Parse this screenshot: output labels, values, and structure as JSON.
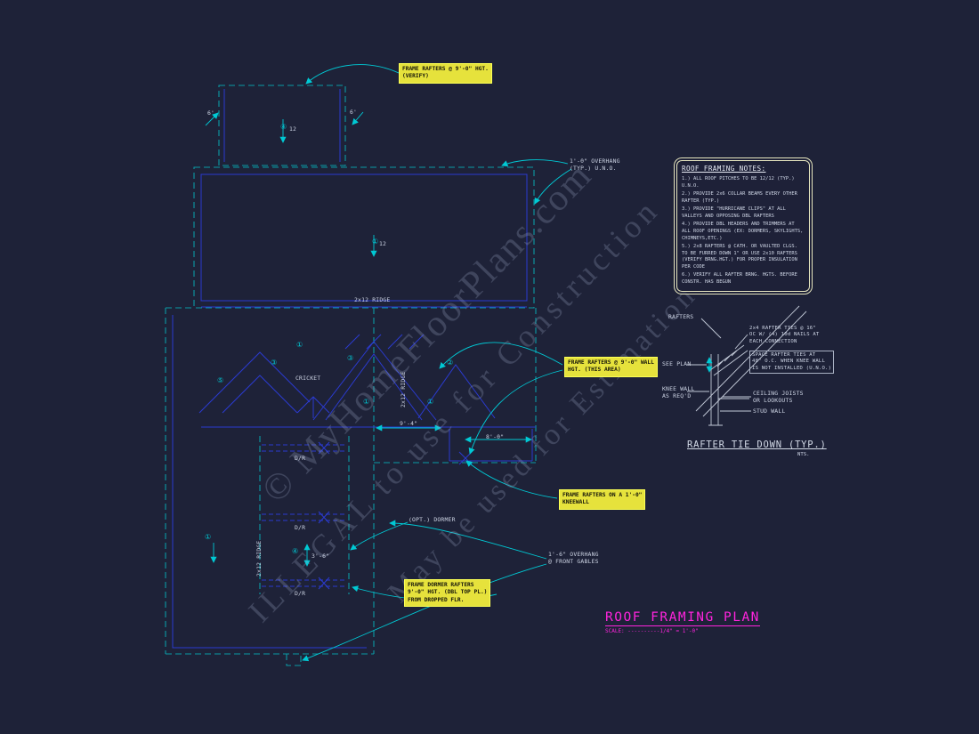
{
  "colors": {
    "background": "#1e2238",
    "teal_dashed": "#0b9aa4",
    "blue_line": "#2b3bd1",
    "cyan": "#00c9d4",
    "yellow": "#e6e23c",
    "magenta": "#ff24dd",
    "white_line": "#c3cad8"
  },
  "watermark": {
    "line1": "© MyHomeFloorPlans.com",
    "line2": "ILLEGAL to use for Construction",
    "line3": "May be used for Estimation"
  },
  "callouts": {
    "rafters_hgt": "FRAME RAFTERS @ 9'-0\" HGT.\n(VERIFY)",
    "rafters_wall": "FRAME RAFTERS @ 9'-0\" WALL\nHGT. (THIS AREA)",
    "rafters_kneewall": "FRAME RAFTERS ON A 1'-0\"\nKNEEWALL",
    "dormer_rafters": "FRAME DORMER RAFTERS\n9'-0\" HGT. (DBL TOP PL.)\nFROM DROPPED FLR."
  },
  "plan": {
    "overhang_note": "1'-0\" OVERHANG\n(TYP.) U.N.O.",
    "front_gable_note": "1'-6\" OVERHANG\n@ FRONT GABLES",
    "ridge_top": "2x12 RIDGE",
    "ridge_mid": "2x12 RIDGE",
    "ridge_left": "2x12 RIDGE",
    "cricket": "CRICKET",
    "opt_dormer": "(OPT.) DORMER",
    "dr": "D/R",
    "dims": {
      "six": "6'",
      "nine_four": "9'-4\"",
      "eight_zero": "8'-0\"",
      "three_six": "3'-6\"",
      "pitch": "12"
    },
    "markers": {
      "c1": "①",
      "c2": "②",
      "c3": "③",
      "c4": "④",
      "c5": "⑤"
    }
  },
  "notes_box": {
    "title": "ROOF FRAMING NOTES:",
    "items": [
      "1.) ALL ROOF PITCHES TO BE  12/12 (TYP.) U.N.O.",
      "2.) PROVIDE 2x6 COLLAR BEAMS EVERY OTHER RAFTER (TYP.)",
      "3.) PROVIDE \"HURRICANE CLIPS\" AT ALL VALLEYS AND OPPOSING DBL RAFTERS",
      "4.) PROVIDE DBL HEADERS AND TRIMMERS AT ALL ROOF OPENINGS (EX: DORMERS, SKYLIGHTS, CHIMNEYS,ETC.)",
      "5.) 2x8 RAFTERS @ CATH. OR VAULTED CLGS. TO BE FURRED DOWN 1\" OR USE 2x10 RAFTERS (VERIFY BRNG.HGT.) FOR PROPER INSULATION PER CODE",
      "6.) VERIFY ALL RAFTER BRNG. HGTS. BEFORE CONSTR. HAS BEGUN"
    ]
  },
  "detail": {
    "title": "RAFTER TIE DOWN (TYP.)",
    "scale": "NTS.",
    "labels": {
      "rafters": "RAFTERS",
      "ties": "2x4 RAFTER TIES @ 16\"\nOC W/ (4) 10d NAILS AT\nEACH CONNECTION",
      "space_ties": "SPACE RAFTER TIES AT\n48\" O.C. WHEN KNEE WALL\nIS NOT INSTALLED (U.N.O.)",
      "see_plan": "SEE PLAN",
      "knee_wall": "KNEE WALL\nAS REQ'D",
      "ceiling_joists": "CEILING JOISTS\nOR LOOKOUTS",
      "stud_wall": "STUD WALL"
    }
  },
  "titleblock": {
    "title": "ROOF FRAMING PLAN",
    "scale": "SCALE: ----------1/4\" = 1'-0\""
  }
}
